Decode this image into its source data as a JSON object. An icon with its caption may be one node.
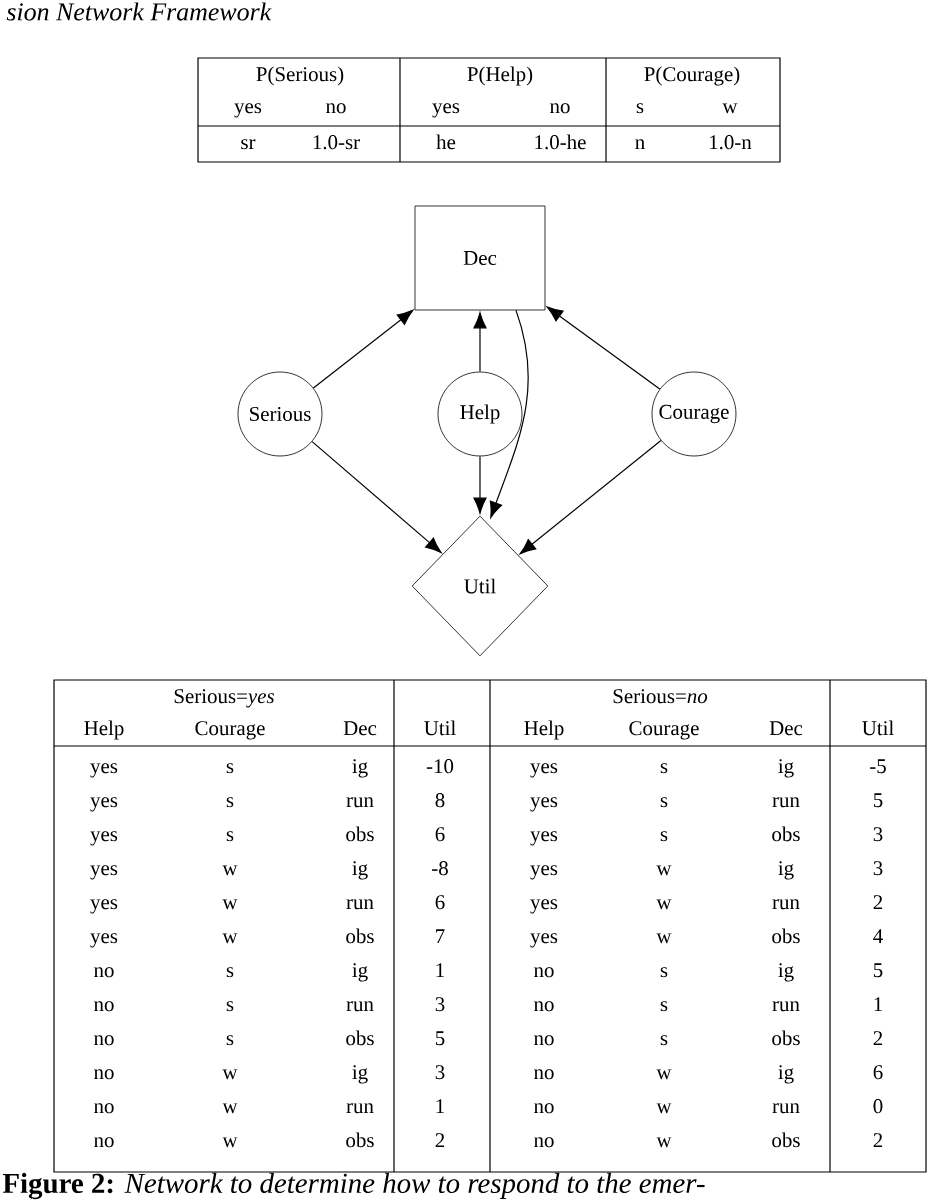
{
  "diagram": {
    "title": "sion Network Framework",
    "caption": "**Figure 2:** *Network to determine how to respond to the emer-*",
    "nodes": [
      {
        "text": [
          "Dec"
        ]
      },
      {
        "text": [
          "Serious"
        ]
      },
      {
        "text": [
          "Help"
        ]
      },
      {
        "text": [
          "Courage"
        ]
      },
      {
        "text": [
          "Util"
        ]
      }
    ],
    "edges": [
      {
        "from": 1,
        "to": 0,
        "arrow": "to"
      },
      {
        "from": 2,
        "to": 0,
        "arrow": "to"
      },
      {
        "from": 3,
        "to": 0,
        "arrow": "to"
      },
      {
        "from": 1,
        "to": 4,
        "arrow": "to"
      },
      {
        "from": 2,
        "to": 4,
        "arrow": "to"
      },
      {
        "from": 3,
        "to": 4,
        "arrow": "to"
      },
      {
        "from": 0,
        "to": 4,
        "arrow": "to"
      }
    ],
    "labels": [
      "P(Serious)",
      "P(Help)",
      "P(Courage)",
      "yes",
      "no",
      "yes",
      "no",
      "s",
      "w",
      "sr",
      "1.0-sr",
      "he",
      "1.0-he",
      "n",
      "1.0-n",
      "Serious=*yes*",
      "Serious=*no*",
      "Help",
      "Courage",
      "Dec",
      "Util",
      "Help",
      "Courage",
      "Dec",
      "Util",
      "yes",
      "s",
      "ig",
      "-10",
      "yes",
      "s",
      "ig",
      "-5",
      "yes",
      "s",
      "run",
      "8",
      "yes",
      "s",
      "run",
      "5",
      "yes",
      "s",
      "obs",
      "6",
      "yes",
      "s",
      "obs",
      "3",
      "yes",
      "w",
      "ig",
      "-8",
      "yes",
      "w",
      "ig",
      "3",
      "yes",
      "w",
      "run",
      "6",
      "yes",
      "w",
      "run",
      "2",
      "yes",
      "w",
      "obs",
      "7",
      "yes",
      "w",
      "obs",
      "4",
      "no",
      "s",
      "ig",
      "1",
      "no",
      "s",
      "ig",
      "5",
      "no",
      "s",
      "run",
      "3",
      "no",
      "s",
      "run",
      "1",
      "no",
      "s",
      "obs",
      "5",
      "no",
      "s",
      "obs",
      "2",
      "no",
      "w",
      "ig",
      "3",
      "no",
      "w",
      "ig",
      "6",
      "no",
      "w",
      "run",
      "1",
      "no",
      "w",
      "run",
      "0",
      "no",
      "w",
      "obs",
      "2",
      "no",
      "w",
      "obs",
      "2"
    ]
  }
}
